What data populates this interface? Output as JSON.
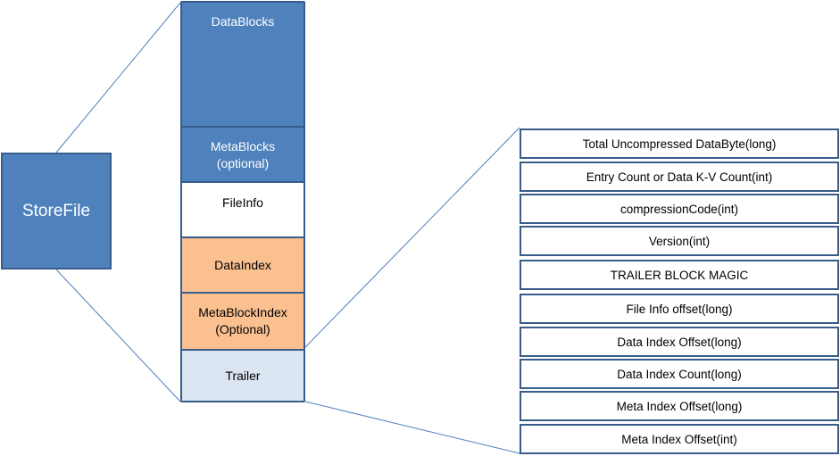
{
  "storefile": {
    "label": "StoreFile"
  },
  "blocks": [
    {
      "id": "datablocks",
      "label": "DataBlocks"
    },
    {
      "id": "metablocks",
      "label": "MetaBlocks\n(optional)"
    },
    {
      "id": "fileinfo",
      "label": "FileInfo"
    },
    {
      "id": "dataindex",
      "label": "DataIndex"
    },
    {
      "id": "metablockindex",
      "label": "MetaBlockIndex\n(Optional)"
    },
    {
      "id": "trailer",
      "label": "Trailer"
    }
  ],
  "trailer_fields": [
    "Total Uncompressed DataByte(long)",
    "Entry Count or Data K-V Count(int)",
    "compressionCode(int)",
    "Version(int)",
    "TRAILER BLOCK MAGIC",
    "File Info offset(long)",
    "Data Index Offset(long)",
    "Data Index Count(long)",
    "Meta Index Offset(long)",
    "Meta Index Offset(int)"
  ],
  "colors": {
    "block_blue": "#4f81bd",
    "border_blue": "#385d8a",
    "index_orange": "#fac090",
    "trailer_light_blue": "#dbe5f1",
    "connector_line": "#4f81bd"
  }
}
